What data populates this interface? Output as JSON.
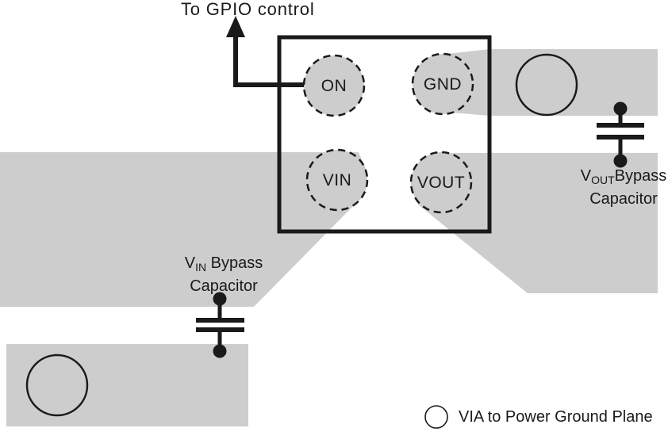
{
  "colors": {
    "plane_gray": "#cdcdcd",
    "ink": "#1a1a1a"
  },
  "gpio": {
    "label": "To GPIO control"
  },
  "ic": {
    "pads": [
      {
        "label": "ON"
      },
      {
        "label": "GND"
      },
      {
        "label": "VIN"
      },
      {
        "label": "VOUT"
      }
    ]
  },
  "capacitors": {
    "vin": {
      "prefix": "V",
      "subscript": "IN",
      "suffix": " Bypass",
      "line2": "Capacitor"
    },
    "vout": {
      "prefix": "V",
      "subscript": "OUT",
      "suffix": "Bypass",
      "line2": "Capacitor"
    }
  },
  "legend": {
    "label": "VIA to Power Ground Plane"
  }
}
